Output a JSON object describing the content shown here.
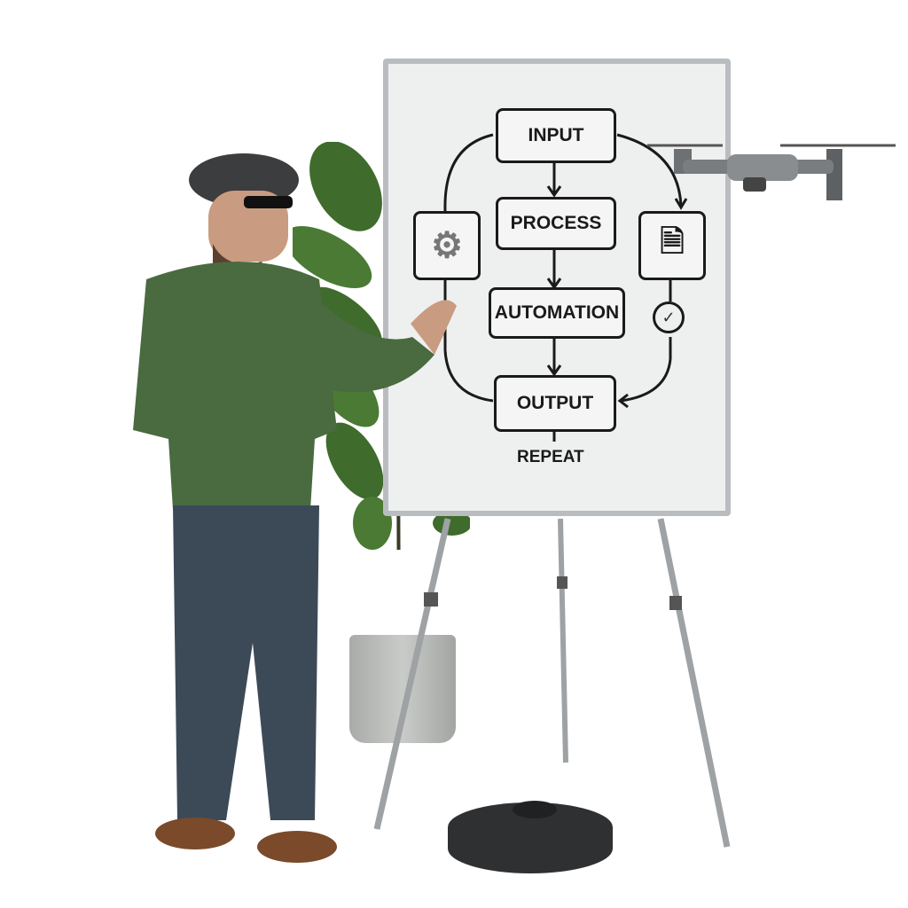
{
  "scene": {
    "description": "Man in cap and green sweater pointing at a whiteboard flowchart on an easel; plant, drone, and robot vacuum nearby",
    "colors": {
      "sweater": "#4a6a40",
      "jeans": "#3c4a58",
      "board": "#eef0ef",
      "frame": "#b9bdbf",
      "plant": "#3f6b2c",
      "pot": "#b9bbb9",
      "drone": "#6e7173",
      "vacuum": "#2e3032"
    }
  },
  "whiteboard": {
    "steps": [
      "INPUT",
      "PROCESS",
      "AUTOMATION",
      "OUTPUT"
    ],
    "footer": "REPEAT",
    "side_icons": {
      "left": "gear-icon",
      "right_top": "document-icon",
      "right_bottom": "check-circle-icon"
    }
  }
}
